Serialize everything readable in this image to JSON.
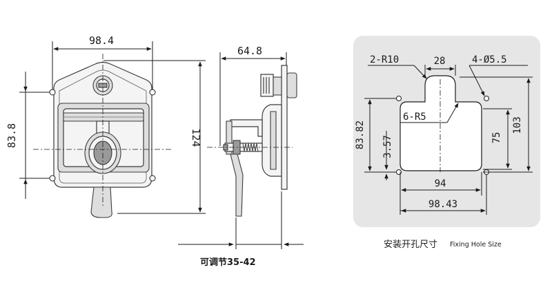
{
  "front_view": {
    "width_dim": "98.4",
    "height_dim": "83.8",
    "overall_height_dim": "124"
  },
  "side_view": {
    "depth_dim": "64.8",
    "caption": "可调节35-42"
  },
  "hole_view": {
    "radius_corner": "2-R10",
    "tab_width": "28",
    "holes": "4-Ø5.5",
    "inner_radius": "6-R5",
    "height_total": "83.82",
    "offset": "3.57",
    "inner_height": "75",
    "outer_height": "103",
    "inner_width": "94",
    "outer_width": "98.43",
    "caption_cn": "安装开孔尺寸",
    "caption_en": "Fixing Hole Size",
    "panel_color": "#e6e6e6"
  }
}
